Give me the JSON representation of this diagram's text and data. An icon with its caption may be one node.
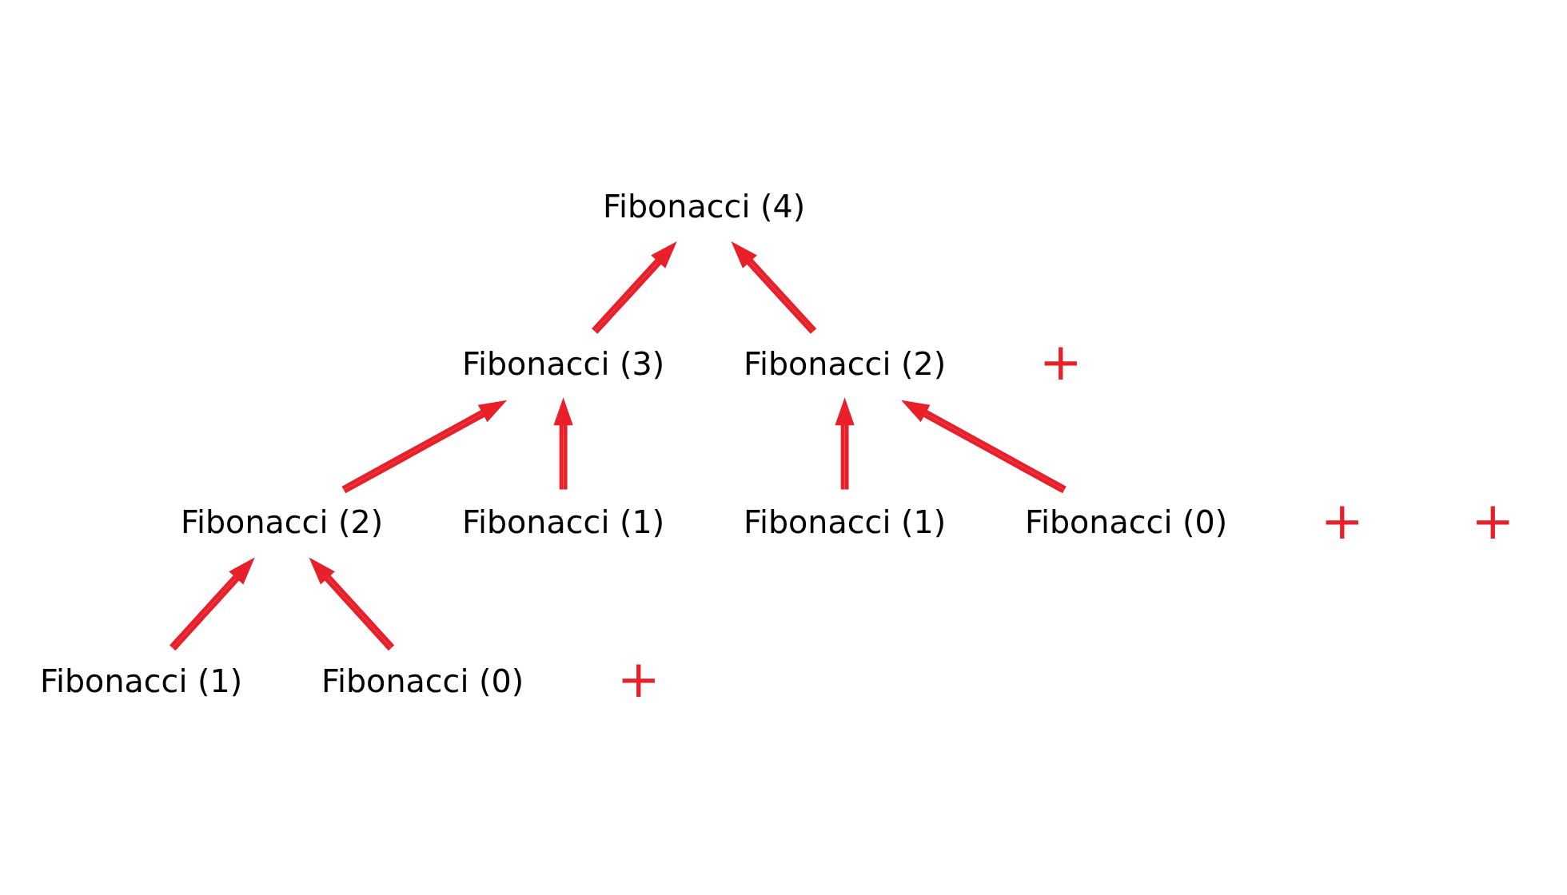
{
  "diagram": {
    "nodes": [
      {
        "text": [
          "Fibonacci (4)"
        ]
      },
      {
        "text": [
          "Fibonacci (3)"
        ]
      },
      {
        "text": [
          "Fibonacci (2)"
        ]
      },
      {
        "text": [
          "Fibonacci (2)"
        ]
      },
      {
        "text": [
          "Fibonacci (1)"
        ]
      },
      {
        "text": [
          "Fibonacci (1)"
        ]
      },
      {
        "text": [
          "Fibonacci (0)"
        ]
      },
      {
        "text": [
          "Fibonacci (1)"
        ]
      },
      {
        "text": [
          "Fibonacci (0)"
        ]
      }
    ],
    "edges": [
      {
        "from": 1,
        "to": 0,
        "arrow": "to"
      },
      {
        "from": 2,
        "to": 0,
        "arrow": "to"
      },
      {
        "from": 3,
        "to": 1,
        "arrow": "to"
      },
      {
        "from": 4,
        "to": 1,
        "arrow": "to"
      },
      {
        "from": 5,
        "to": 2,
        "arrow": "to"
      },
      {
        "from": 6,
        "to": 2,
        "arrow": "to"
      },
      {
        "from": 7,
        "to": 3,
        "arrow": "to"
      },
      {
        "from": 8,
        "to": 3,
        "arrow": "to"
      }
    ],
    "labels": [
      "+",
      "+",
      "+",
      "+"
    ]
  }
}
